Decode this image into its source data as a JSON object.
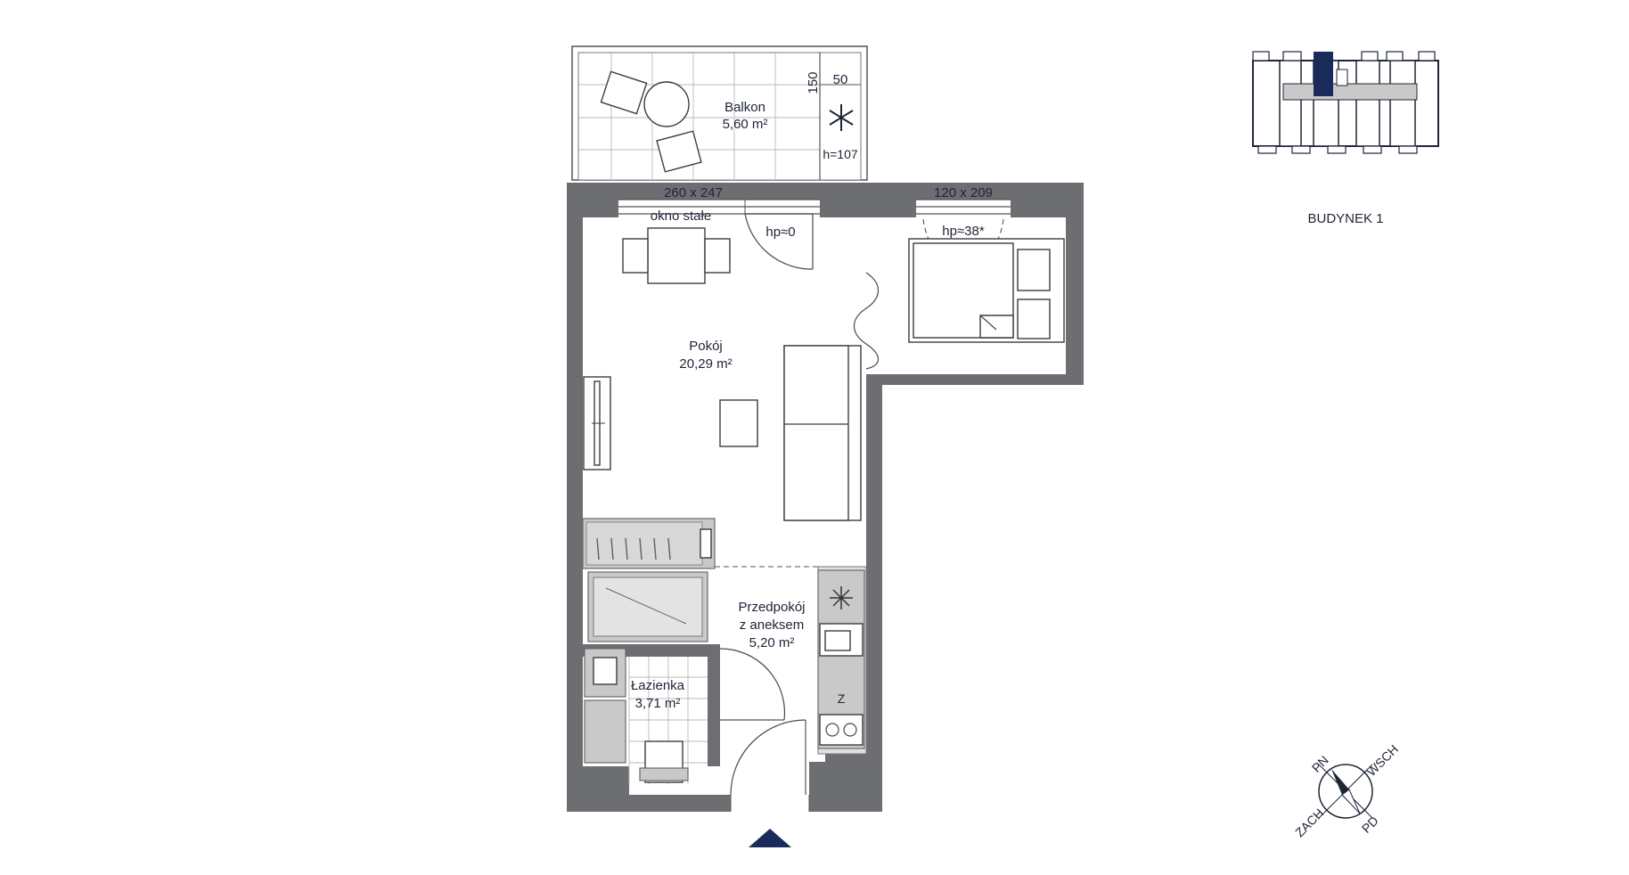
{
  "rooms": {
    "balcony": {
      "name": "Balkon",
      "area": "5,60 m²"
    },
    "living": {
      "name": "Pokój",
      "area": "20,29 m²"
    },
    "hall_line1": "Przedpokój",
    "hall_line2": "z aneksem",
    "hall_area": "5,20 m²",
    "bathroom": {
      "name": "Łazienka",
      "area": "3,71 m²"
    }
  },
  "dimensions": {
    "balcony_depth": "50",
    "balcony_width": "150",
    "railing_height": "h=107",
    "balcony_window": "260 x 247",
    "side_window": "120 x 209",
    "fixed_window": "okno stałe",
    "sill_main": "hp≈0",
    "sill_side": "hp≈38*"
  },
  "building": {
    "label": "BUDYNEK 1"
  },
  "compass": {
    "n": "PN",
    "e": "WSCH",
    "s": "PD",
    "w": "ZACH"
  },
  "colors": {
    "wall": "#6d6e71",
    "accent": "#1a2a5a",
    "text": "#1e2535"
  }
}
